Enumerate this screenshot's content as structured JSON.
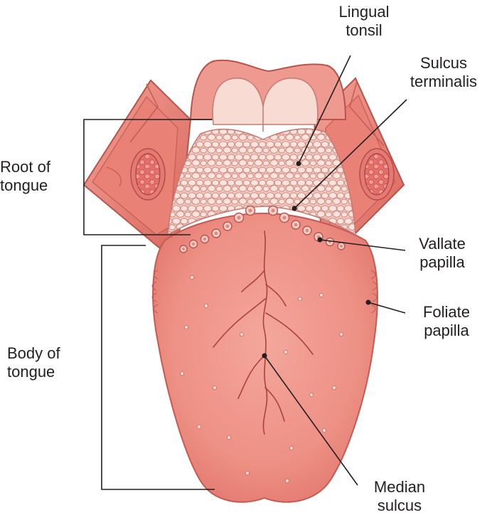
{
  "labels": {
    "lingual_tonsil": [
      "Lingual",
      "tonsil"
    ],
    "sulcus_terminalis": [
      "Sulcus",
      "terminalis"
    ],
    "root_of_tongue": [
      "Root of",
      "tongue"
    ],
    "vallate_papilla": [
      "Vallate",
      "papilla"
    ],
    "foliate_papilla": [
      "Foliate",
      "papilla"
    ],
    "body_of_tongue": [
      "Body of",
      "tongue"
    ],
    "median_sulcus": [
      "Median",
      "sulcus"
    ]
  },
  "colors": {
    "tongue": "#ee9085",
    "tongue_edge": "#c65a52",
    "tonsil": "#f7d3cb",
    "tonsil_edge": "#c97d73",
    "tissue": "#e9847b",
    "dark_tissue": "#b9443f",
    "label_text": "#231f20"
  }
}
